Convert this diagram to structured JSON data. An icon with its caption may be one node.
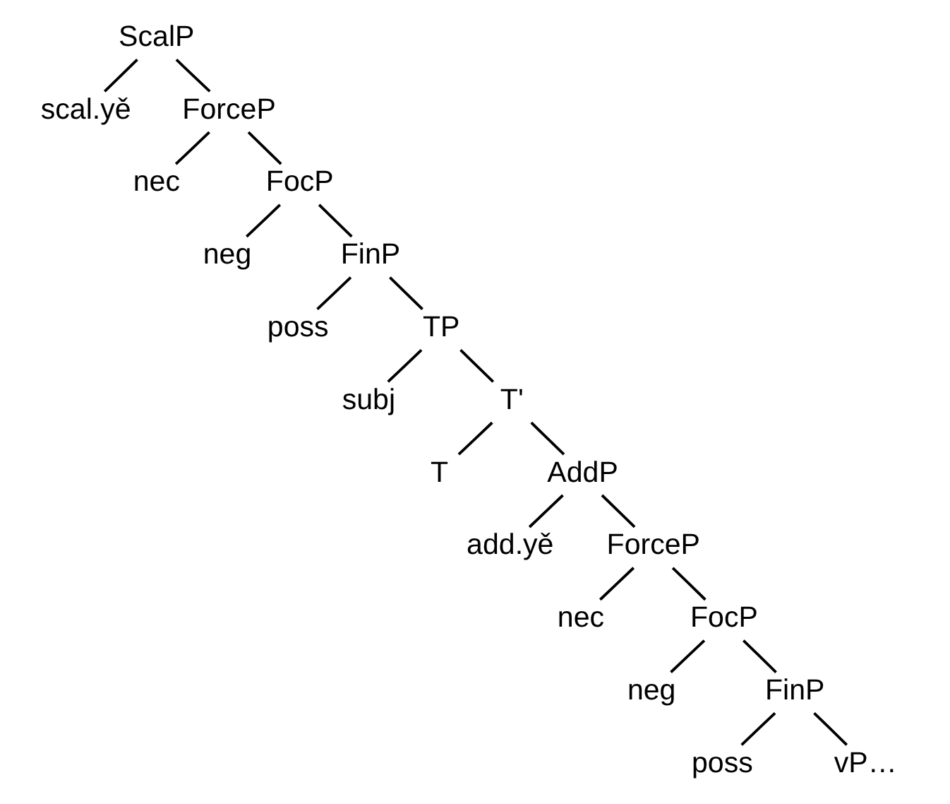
{
  "diagram": {
    "nodes": [
      {
        "text": [
          "ScalP"
        ]
      },
      {
        "text": [
          "scal.yě"
        ]
      },
      {
        "text": [
          "ForceP"
        ]
      },
      {
        "text": [
          "nec"
        ]
      },
      {
        "text": [
          "FocP"
        ]
      },
      {
        "text": [
          "neg"
        ]
      },
      {
        "text": [
          "FinP"
        ]
      },
      {
        "text": [
          "poss"
        ]
      },
      {
        "text": [
          "TP"
        ]
      },
      {
        "text": [
          "subj"
        ]
      },
      {
        "text": [
          "T'"
        ]
      },
      {
        "text": [
          "T"
        ]
      },
      {
        "text": [
          "AddP"
        ]
      },
      {
        "text": [
          "add.yě"
        ]
      },
      {
        "text": [
          "ForceP"
        ]
      },
      {
        "text": [
          "nec"
        ]
      },
      {
        "text": [
          "FocP"
        ]
      },
      {
        "text": [
          "neg"
        ]
      },
      {
        "text": [
          "FinP"
        ]
      },
      {
        "text": [
          "poss"
        ]
      },
      {
        "text": [
          "vP…"
        ]
      }
    ],
    "edges": [
      {
        "from": 0,
        "to": 1,
        "arrow": "none"
      },
      {
        "from": 0,
        "to": 2,
        "arrow": "none"
      },
      {
        "from": 2,
        "to": 3,
        "arrow": "none"
      },
      {
        "from": 2,
        "to": 4,
        "arrow": "none"
      },
      {
        "from": 4,
        "to": 5,
        "arrow": "none"
      },
      {
        "from": 4,
        "to": 6,
        "arrow": "none"
      },
      {
        "from": 6,
        "to": 7,
        "arrow": "none"
      },
      {
        "from": 6,
        "to": 8,
        "arrow": "none"
      },
      {
        "from": 8,
        "to": 9,
        "arrow": "none"
      },
      {
        "from": 8,
        "to": 10,
        "arrow": "none"
      },
      {
        "from": 10,
        "to": 11,
        "arrow": "none"
      },
      {
        "from": 10,
        "to": 12,
        "arrow": "none"
      },
      {
        "from": 12,
        "to": 13,
        "arrow": "none"
      },
      {
        "from": 12,
        "to": 14,
        "arrow": "none"
      },
      {
        "from": 14,
        "to": 15,
        "arrow": "none"
      },
      {
        "from": 14,
        "to": 16,
        "arrow": "none"
      },
      {
        "from": 16,
        "to": 17,
        "arrow": "none"
      },
      {
        "from": 16,
        "to": 18,
        "arrow": "none"
      },
      {
        "from": 18,
        "to": 19,
        "arrow": "none"
      },
      {
        "from": 18,
        "to": 20,
        "arrow": "none"
      }
    ]
  }
}
